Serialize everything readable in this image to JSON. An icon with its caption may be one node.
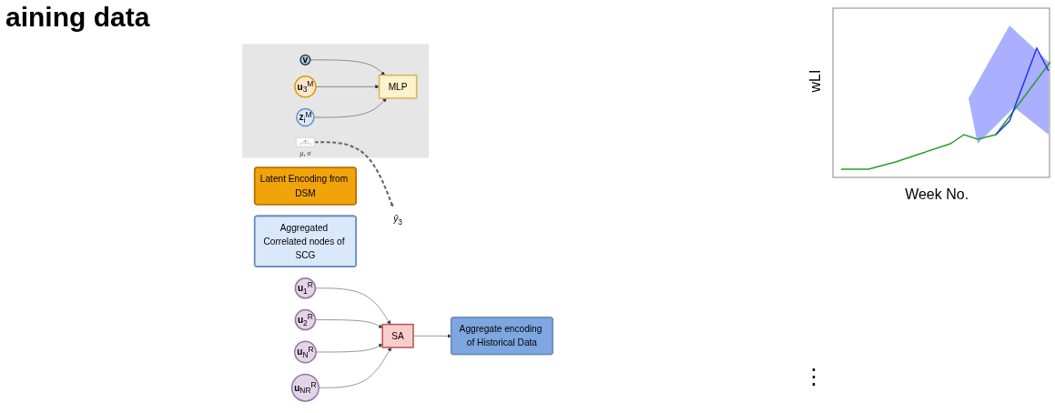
{
  "diagram": {
    "title": "aining data",
    "nodes": [
      {
        "text": [
          "**u**$_{1}$$^{R}$"
        ]
      },
      {
        "text": [
          "**u**$_{2}$$^{R}$"
        ]
      },
      {
        "text": [
          "**u**$_{N}$$^{R}$"
        ]
      },
      {
        "text": [
          "**u**$_{N}$$_{R}$$^{R}$"
        ]
      },
      {
        "text": [
          "SA"
        ]
      },
      {
        "text": [
          "Aggregate encoding of Historical Data"
        ]
      },
      {
        "text": [
          "Latent Encoding from DSM"
        ]
      },
      {
        "text": [
          "Aggregated Correlated nodes of SCG"
        ]
      },
      {
        "text": [],
        "shape": "box"
      },
      {
        "text": [
          "**v**"
        ],
        "in": 8
      },
      {
        "text": [
          "**u**$_{3}$$^{M}$"
        ],
        "in": 8
      },
      {
        "text": [
          "**z**$_{i}$$^{M}$"
        ],
        "in": 8
      },
      {
        "text": [
          "MLP"
        ],
        "in": 8
      },
      {
        "text": [],
        "shape": "picture",
        "in": 8,
        "beside": [
          "μ, σ"
        ]
      },
      {
        "text": [
          "*ŷ*$_{3}$"
        ]
      }
    ],
    "edges": [
      {
        "from": 0,
        "to": 4,
        "arrow": "to"
      },
      {
        "from": 1,
        "to": 4,
        "arrow": "to"
      },
      {
        "from": 2,
        "to": 4,
        "arrow": "to"
      },
      {
        "from": 3,
        "to": 4,
        "arrow": "to"
      },
      {
        "from": 4,
        "to": 5,
        "arrow": "to"
      },
      {
        "from": 9,
        "to": 12,
        "arrow": "to"
      },
      {
        "from": 10,
        "to": 12,
        "arrow": "to"
      },
      {
        "from": 11,
        "to": 12,
        "arrow": "to"
      },
      {
        "from": 13,
        "to": 14,
        "arrow": "to",
        "style": "dashed",
        "color": "#666666"
      }
    ],
    "labels": [
      "⋮",
      "wLI",
      "Week No."
    ]
  }
}
